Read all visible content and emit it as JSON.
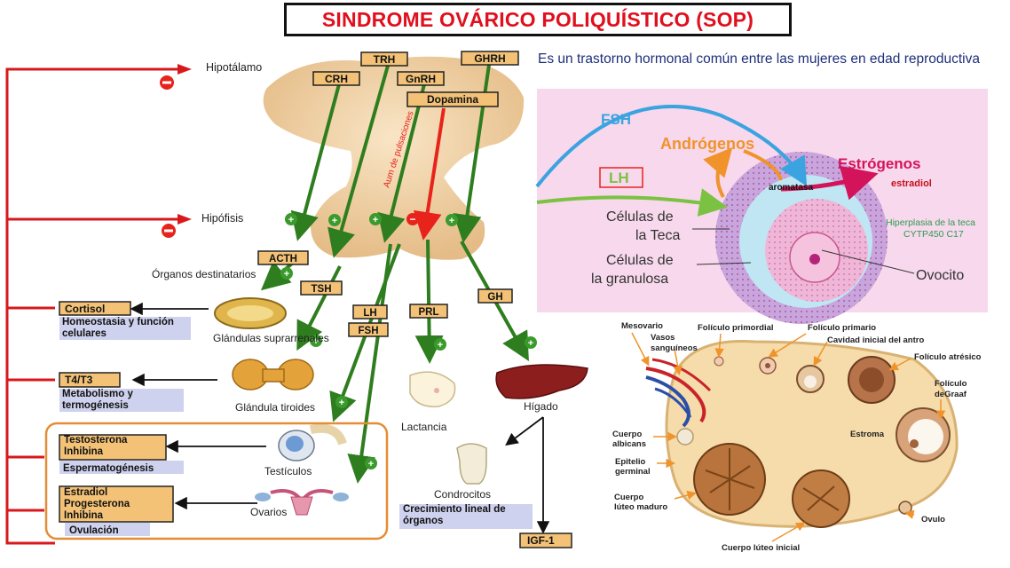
{
  "title": "SINDROME OVÁRICO POLIQUÍSTICO (SOP)",
  "subtitle": "Es un trastorno hormonal común entre las mujeres en edad reproductiva",
  "axis": {
    "hipotalamo": "Hipotálamo",
    "hipofisis": "Hipófisis",
    "hormones_top": [
      "TRH",
      "GHRH",
      "CRH",
      "GnRH",
      "Dopamina"
    ],
    "pulse_note": "Aum de pulsaciones",
    "pituitary_hormones": [
      "ACTH",
      "TSH",
      "LH",
      "FSH",
      "PRL",
      "GH"
    ],
    "organos": "Órganos destinatarios",
    "cortisol": "Cortisol",
    "cortisol_effect": "Homeostasia y función celulares",
    "suprarrenales": "Glándulas suprarrenales",
    "t4t3": "T4/T3",
    "t4t3_effect": "Metabolismo y termogénesis",
    "tiroides": "Glándula tiroides",
    "testosterona": "Testosterona Inhibina",
    "espermatogenesis": "Espermatogénesis",
    "testiculos": "Testículos",
    "estradiol": "Estradiol Progesterona Inhibina",
    "ovulacion": "Ovulación",
    "ovarios": "Ovarios",
    "lactancia": "Lactancia",
    "higado": "Hígado",
    "condrocitos": "Condrocitos",
    "crecimiento": "Crecimiento lineal de órganos",
    "igf": "IGF-1",
    "minus": "−",
    "plus": "+"
  },
  "follicle_panel": {
    "fsh": "FSH",
    "lh": "LH",
    "androgenos": "Andrógenos",
    "estrogenos": "Estrógenos",
    "aromatasa": "aromatasa",
    "estradiol": "estradiol",
    "hiperplasia": "Hiperplasia de la teca",
    "cytp": "CYTP450  C17",
    "teca_1": "Células de",
    "teca_2": "la Teca",
    "granulosa_1": "Células de",
    "granulosa_2": "la granulosa",
    "ovocito": "Ovocito"
  },
  "ovary_diagram": {
    "mesovario": "Mesovario",
    "vasos_1": "Vasos",
    "vasos_2": "sanguíneos",
    "primordial": "Folículo primordial",
    "primario": "Folículo primario",
    "antro": "Cavidad inicial del antro",
    "atresico": "Folículo atrésico",
    "graaf_1": "Folículo",
    "graaf_2": "deGraaf",
    "albicans_1": "Cuerpo",
    "albicans_2": "albicans",
    "estroma": "Estroma",
    "epitelio_1": "Epitelio",
    "epitelio_2": "germinal",
    "luteo_1": "Cuerpo",
    "luteo_2": "lúteo maduro",
    "ovulo": "Ovulo",
    "luteo_inicial": "Cuerpo lúteo inicial"
  },
  "colors": {
    "title": "#e0101e",
    "arrow_green": "#2e7d1e",
    "arrow_red": "#e8231b",
    "label_box": "#f3c277",
    "effect_box": "#cfd2ee",
    "panel_bg": "#f7d8ec",
    "fsh_blue": "#3aa3e0",
    "lh_green": "#7cc242",
    "androgen_orange": "#f0932b",
    "estrogen_pink": "#d4145a"
  }
}
